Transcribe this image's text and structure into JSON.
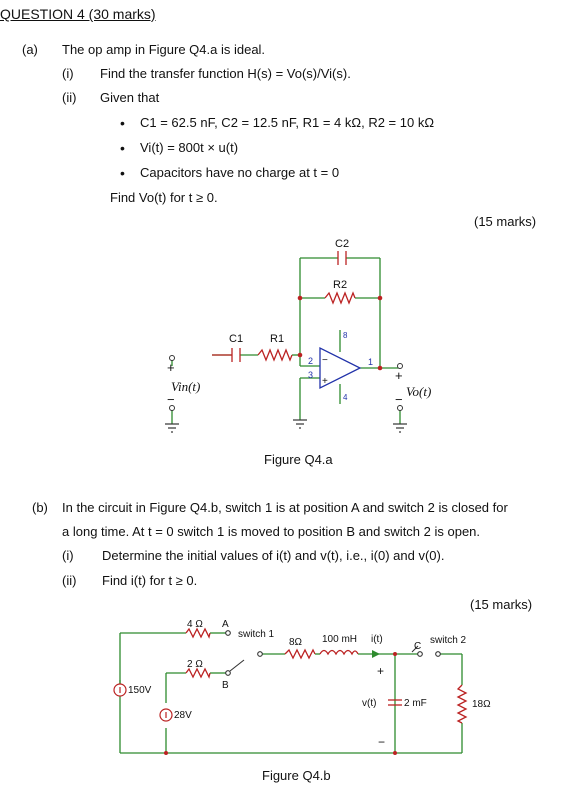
{
  "header": {
    "title": "QUESTION 4 (30 marks)"
  },
  "part_a": {
    "label": "(a)",
    "intro": "The op amp in Figure Q4.a is ideal.",
    "i_label": "(i)",
    "i_text": "Find the transfer function H(s) = Vo(s)/Vi(s).",
    "ii_label": "(ii)",
    "ii_text": "Given that",
    "bullets": [
      "C1 = 62.5 nF, C2 = 12.5 nF, R1 = 4 kΩ, R2 = 10 kΩ",
      "Vi(t) = 800t × u(t)",
      "Capacitors have no charge at t = 0"
    ],
    "find": "Find Vo(t) for t ≥ 0.",
    "marks": "(15 marks)"
  },
  "fig_a": {
    "caption": "Figure Q4.a",
    "c2": "C2",
    "r2": "R2",
    "c1": "C1",
    "r1": "R1",
    "pin2": "2",
    "pin3": "3",
    "pin1": "1",
    "pin4": "4",
    "pin8": "8",
    "plus": "+",
    "minus": "−",
    "vin": "Vin(t)",
    "vo": "Vo(t)"
  },
  "part_b": {
    "label": "(b)",
    "line1": "In the circuit in Figure Q4.b, switch 1 is at position A and switch 2 is closed for",
    "line2": "a long time. At t = 0 switch 1 is moved to position B and switch 2 is open.",
    "i_label": "(i)",
    "i_text": "Determine the initial values of i(t) and v(t), i.e., i(0) and v(0).",
    "ii_label": "(ii)",
    "ii_text": "Find i(t) for t ≥ 0.",
    "marks": "(15 marks)"
  },
  "fig_b": {
    "caption": "Figure Q4.b",
    "r4": "4 Ω",
    "a": "A",
    "sw1": "switch 1",
    "r2": "2 Ω",
    "b": "B",
    "r8": "8Ω",
    "l": "100 mH",
    "it": "i(t)",
    "c": "C",
    "sw2": "switch 2",
    "v150": "150V",
    "v28": "28V",
    "plus": "+",
    "vt": "v(t)",
    "cap": "2 mF",
    "r18": "18Ω",
    "minus": "−"
  }
}
